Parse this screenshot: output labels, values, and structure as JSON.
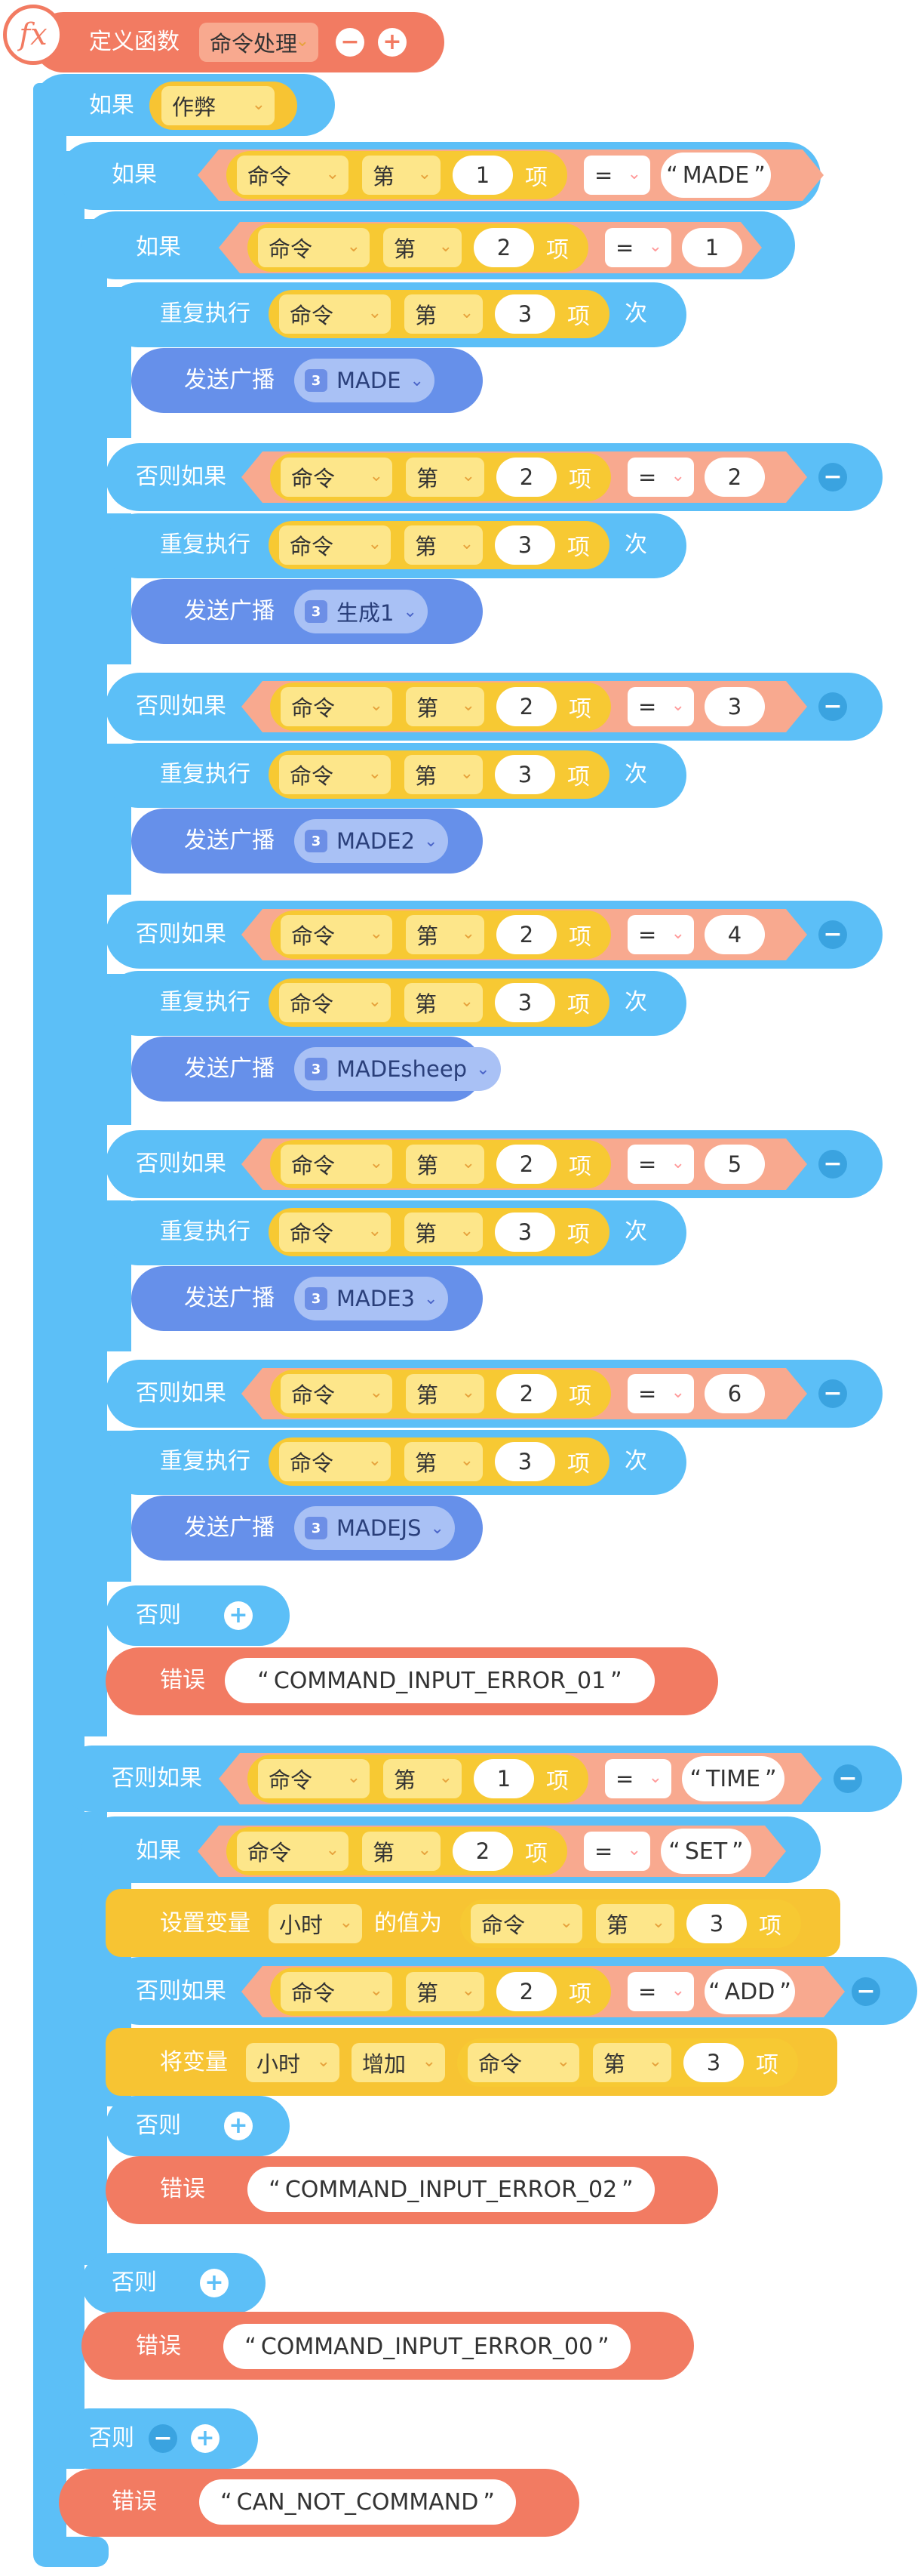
{
  "labels": {
    "define": "定义函数",
    "if": "如果",
    "else_if": "否则如果",
    "else": "否则",
    "repeat": "重复执行",
    "times": "次",
    "broadcast": "发送广播",
    "error": "错误",
    "item_of": "第",
    "item_unit": "项",
    "command": "命令",
    "equals": "=",
    "set_var": "设置变量",
    "value_to": "的值为",
    "change_var": "将变量",
    "increase": "增加",
    "hour_var": "小时"
  },
  "function_name": "命令处理",
  "condition_var": "作弊",
  "values": {
    "one": "1",
    "two": "2",
    "three": "3",
    "n2": "2",
    "n3": "3",
    "n4": "4",
    "n5": "5",
    "n6": "6"
  },
  "strings": {
    "made": "MADE",
    "time": "TIME",
    "set": "SET",
    "add": "ADD",
    "err01": "COMMAND_INPUT_ERROR_01",
    "err02": "COMMAND_INPUT_ERROR_02",
    "err00": "COMMAND_INPUT_ERROR_00",
    "cannot": "CAN_NOT_COMMAND"
  },
  "broadcasts": [
    "MADE",
    "生成1",
    "MADE2",
    "MADEsheep",
    "MADE3",
    "MADEJS"
  ],
  "quote_open": "“",
  "quote_close": "”",
  "icons": {
    "function": "fx-icon",
    "minus": "minus-icon",
    "plus": "plus-icon",
    "dropdown": "chevron-down-icon",
    "broadcast": "broadcast-icon"
  },
  "icon_glyphs": {
    "fx": "fx",
    "minus": "−",
    "plus": "+",
    "chev": "⌄",
    "bc": "3"
  },
  "colors": {
    "control": "#5cbff7",
    "control_dark": "#3aa3e0",
    "function": "#f27b62",
    "operator": "#f8a98f",
    "operator_dark": "#f58a70",
    "list": "#f7c933",
    "list_inner": "#fde68a",
    "list_dark": "#eab308",
    "variable": "#f7c433",
    "broadcast_block": "#6690ea",
    "broadcast_pill": "#a9c1f5",
    "error": "#f27b62",
    "error_inner": "#f8a98f"
  }
}
